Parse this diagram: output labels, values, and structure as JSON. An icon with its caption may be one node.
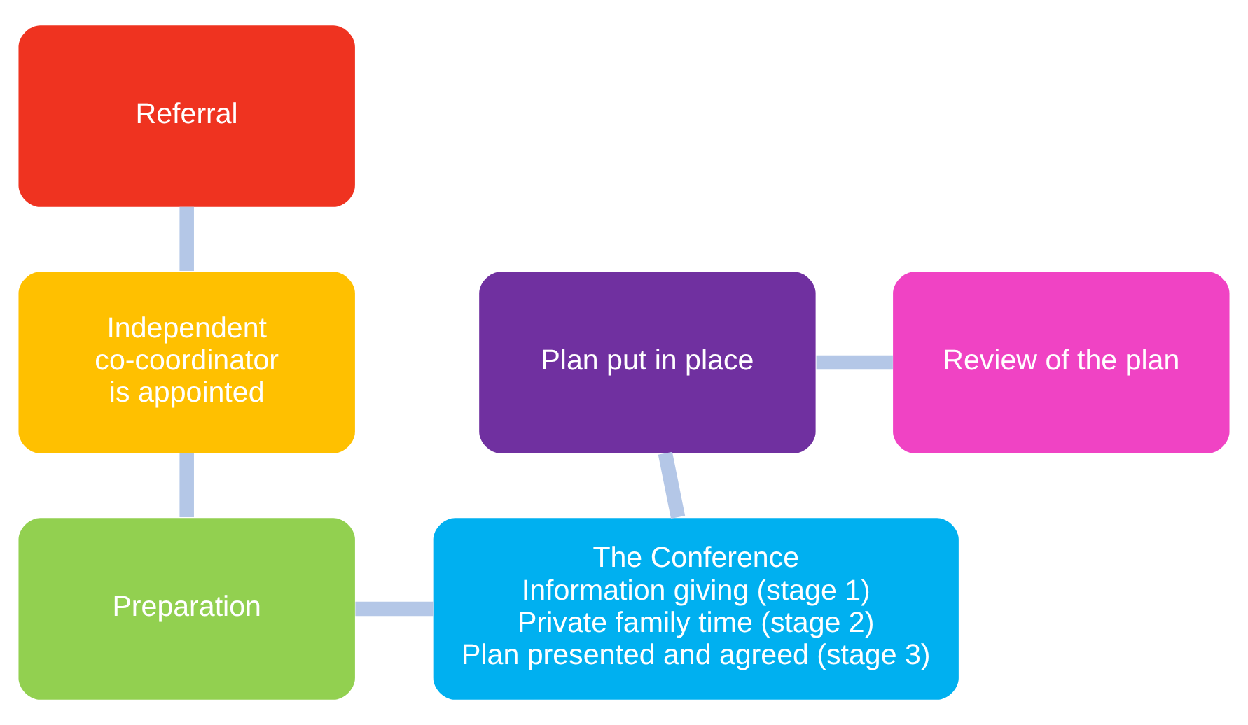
{
  "diagram": {
    "nodes": [
      {
        "text": [
          "Referral"
        ]
      },
      {
        "text": [
          "Independent co-coordinator is appointed"
        ]
      },
      {
        "text": [
          "Preparation"
        ]
      },
      {
        "text": [
          "The Conference",
          "Information giving (stage 1)",
          "Private family time (stage 2)",
          "Plan presented and agreed (stage 3)"
        ]
      },
      {
        "text": [
          "Plan put in place"
        ]
      },
      {
        "text": [
          "Review of the plan"
        ]
      }
    ],
    "edges": [
      {
        "from": 0,
        "to": 1,
        "arrow": "none"
      },
      {
        "from": 1,
        "to": 2,
        "arrow": "none"
      },
      {
        "from": 2,
        "to": 3,
        "arrow": "none"
      },
      {
        "from": 3,
        "to": 4,
        "arrow": "none"
      },
      {
        "from": 4,
        "to": 5,
        "arrow": "none"
      }
    ]
  }
}
